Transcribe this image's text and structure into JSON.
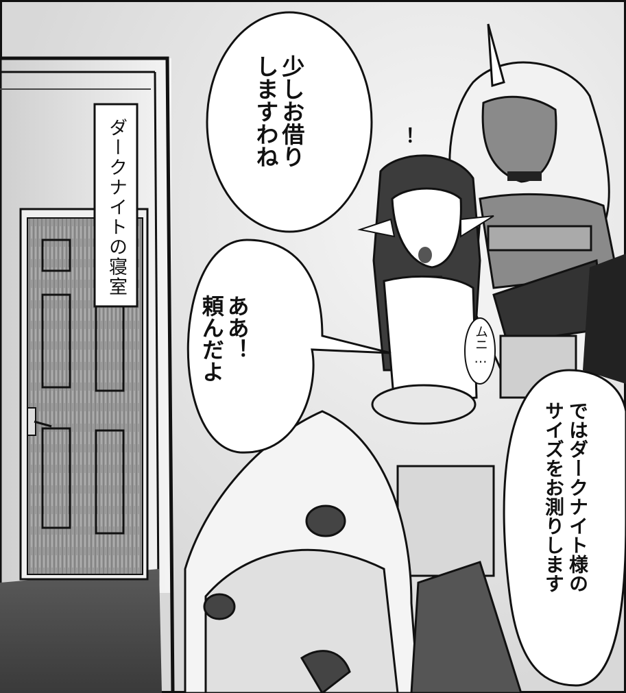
{
  "panel": {
    "sign_text": "ダークナイトの寝室",
    "bubbles": [
      {
        "id": "bubble-top",
        "text": "少しお借り\nしますわね"
      },
      {
        "id": "bubble-middle",
        "text": "ああ！\n頼んだよ"
      },
      {
        "id": "bubble-right",
        "text": "ではダークナイト様の\nサイズをお測りします"
      }
    ],
    "sfx": [
      {
        "id": "exclaim",
        "text": "！"
      },
      {
        "id": "muni",
        "text": "ムニ…"
      }
    ]
  },
  "colors": {
    "ink": "#111111",
    "paper": "#ffffff",
    "wall": "#e6e6e6",
    "floor": "#505050",
    "door": "#8c8c8c",
    "skin_dark": "#7a7a7a"
  }
}
